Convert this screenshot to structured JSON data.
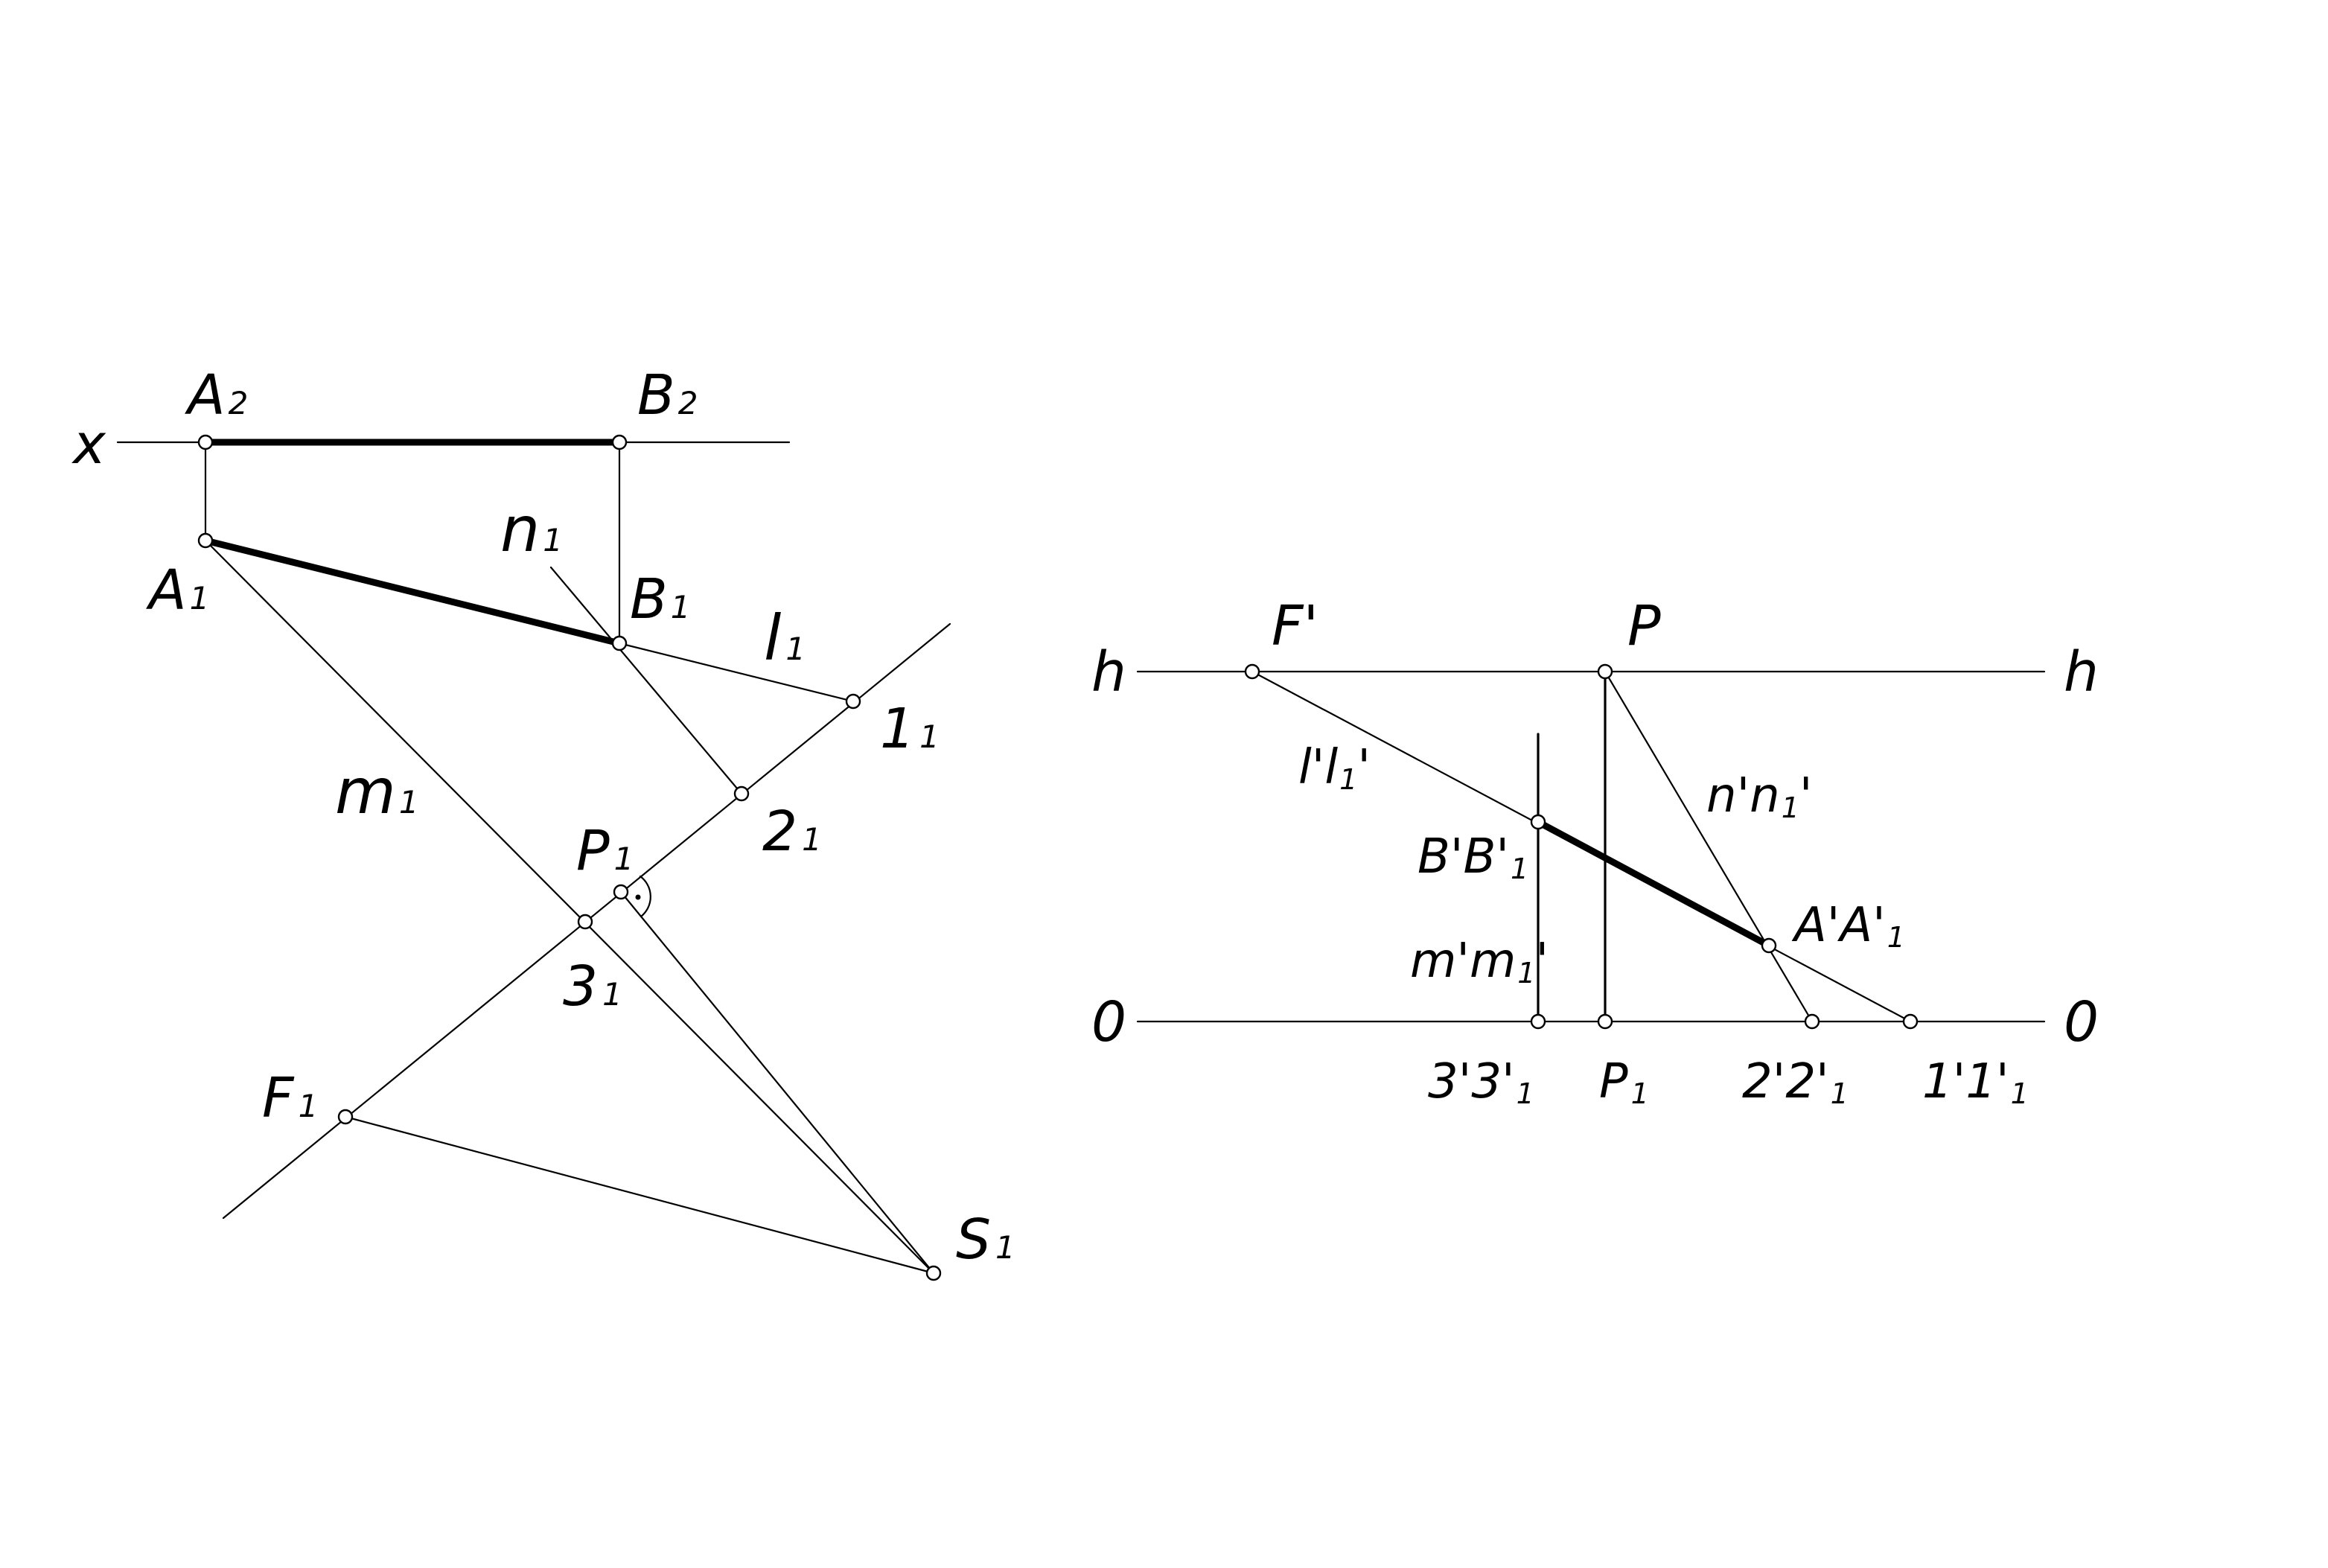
{
  "left_view": {
    "axis_label": "x",
    "points": {
      "A2": {
        "base": "A",
        "sub": "2"
      },
      "B2": {
        "base": "B",
        "sub": "2"
      },
      "A1": {
        "base": "A",
        "sub": "1"
      },
      "B1": {
        "base": "B",
        "sub": "1"
      },
      "n1": {
        "base": "n",
        "sub": "1"
      },
      "l1": {
        "base": "l",
        "sub": "1"
      },
      "m1": {
        "base": "m",
        "sub": "1"
      },
      "p1": {
        "base": "1",
        "sub": "1"
      },
      "p2": {
        "base": "2",
        "sub": "1"
      },
      "P1": {
        "base": "P",
        "sub": "1"
      },
      "p3": {
        "base": "3",
        "sub": "1"
      },
      "F1": {
        "base": "F",
        "sub": "1"
      },
      "S1": {
        "base": "S",
        "sub": "1"
      }
    }
  },
  "right_view": {
    "h_left": "h",
    "h_right": "h",
    "o_left": "0",
    "o_right": "0",
    "F_prime": "F'",
    "P": "P",
    "l_label": {
      "base": "l'l",
      "sub": "1",
      "suffix": "'"
    },
    "n_label": {
      "base": "n'n",
      "sub": "1",
      "suffix": "'"
    },
    "B_label": {
      "base": "B'B'",
      "sub": "1"
    },
    "A_label": {
      "base": "A'A'",
      "sub": "1"
    },
    "m_label": {
      "base": "m'm",
      "sub": "1",
      "suffix": "'"
    },
    "p3_label": {
      "base": "3'3'",
      "sub": "1"
    },
    "P1_label": {
      "base": "P",
      "sub": "1"
    },
    "p2_label": {
      "base": "2'2'",
      "sub": "1"
    },
    "p1_label": {
      "base": "1'1'",
      "sub": "1"
    }
  }
}
